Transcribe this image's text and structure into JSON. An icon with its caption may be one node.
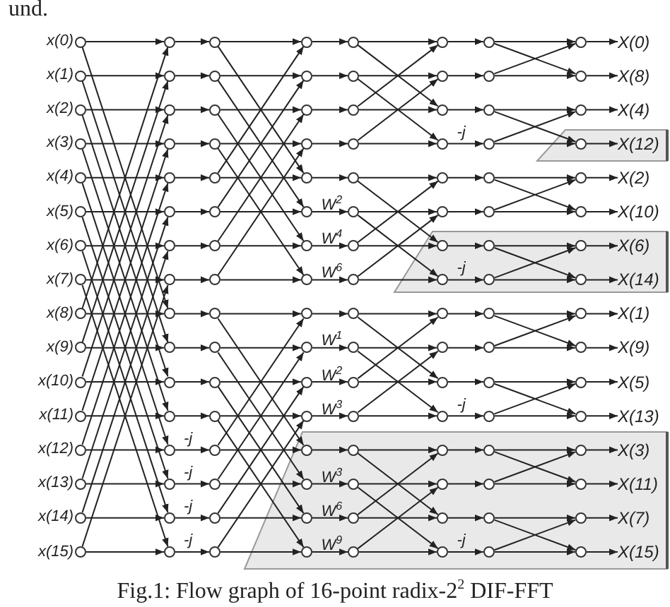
{
  "diagram": {
    "caption": "Fig.1: Flow graph of 16-point radix-2$^{2}$ DIF-FFT",
    "nodes": [
      {
        "text": [],
        "shape": "circle",
        "beside": [
          "x(0)"
        ]
      },
      {
        "text": [],
        "shape": "circle",
        "beside": [
          "x(1)"
        ]
      },
      {
        "text": [],
        "shape": "circle",
        "beside": [
          "x(2)"
        ]
      },
      {
        "text": [],
        "shape": "circle",
        "beside": [
          "x(3)"
        ]
      },
      {
        "text": [],
        "shape": "circle",
        "beside": [
          "x(4)"
        ]
      },
      {
        "text": [],
        "shape": "circle",
        "beside": [
          "x(5)"
        ]
      },
      {
        "text": [],
        "shape": "circle",
        "beside": [
          "x(6)"
        ]
      },
      {
        "text": [],
        "shape": "circle",
        "beside": [
          "x(7)"
        ]
      },
      {
        "text": [],
        "shape": "circle",
        "beside": [
          "x(8)"
        ]
      },
      {
        "text": [],
        "shape": "circle",
        "beside": [
          "x(9)"
        ]
      },
      {
        "text": [],
        "shape": "circle",
        "beside": [
          "x(10)"
        ]
      },
      {
        "text": [],
        "shape": "circle",
        "beside": [
          "x(11)"
        ]
      },
      {
        "text": [],
        "shape": "circle",
        "beside": [
          "x(12)"
        ]
      },
      {
        "text": [],
        "shape": "circle",
        "beside": [
          "x(13)"
        ]
      },
      {
        "text": [],
        "shape": "circle",
        "beside": [
          "x(14)"
        ]
      },
      {
        "text": [],
        "shape": "circle",
        "beside": [
          "x(15)"
        ]
      },
      {
        "text": [],
        "shape": "circle"
      },
      {
        "text": [],
        "shape": "circle"
      },
      {
        "text": [],
        "shape": "circle"
      },
      {
        "text": [],
        "shape": "circle"
      },
      {
        "text": [],
        "shape": "circle"
      },
      {
        "text": [],
        "shape": "circle"
      },
      {
        "text": [],
        "shape": "circle"
      },
      {
        "text": [],
        "shape": "circle"
      },
      {
        "text": [],
        "shape": "circle"
      },
      {
        "text": [],
        "shape": "circle"
      },
      {
        "text": [],
        "shape": "circle"
      },
      {
        "text": [],
        "shape": "circle"
      },
      {
        "text": [],
        "shape": "circle"
      },
      {
        "text": [],
        "shape": "circle"
      },
      {
        "text": [],
        "shape": "circle"
      },
      {
        "text": [],
        "shape": "circle"
      },
      {
        "text": [],
        "shape": "circle"
      },
      {
        "text": [],
        "shape": "circle"
      },
      {
        "text": [],
        "shape": "circle"
      },
      {
        "text": [],
        "shape": "circle"
      },
      {
        "text": [],
        "shape": "circle"
      },
      {
        "text": [],
        "shape": "circle"
      },
      {
        "text": [],
        "shape": "circle"
      },
      {
        "text": [],
        "shape": "circle"
      },
      {
        "text": [],
        "shape": "circle"
      },
      {
        "text": [],
        "shape": "circle"
      },
      {
        "text": [],
        "shape": "circle"
      },
      {
        "text": [],
        "shape": "circle"
      },
      {
        "text": [],
        "shape": "circle"
      },
      {
        "text": [],
        "shape": "circle"
      },
      {
        "text": [],
        "shape": "circle"
      },
      {
        "text": [],
        "shape": "circle"
      },
      {
        "text": [],
        "shape": "circle"
      },
      {
        "text": [],
        "shape": "circle"
      },
      {
        "text": [],
        "shape": "circle"
      },
      {
        "text": [],
        "shape": "circle"
      },
      {
        "text": [],
        "shape": "circle"
      },
      {
        "text": [],
        "shape": "circle"
      },
      {
        "text": [],
        "shape": "circle"
      },
      {
        "text": [],
        "shape": "circle"
      },
      {
        "text": [],
        "shape": "circle"
      },
      {
        "text": [],
        "shape": "circle"
      },
      {
        "text": [],
        "shape": "circle"
      },
      {
        "text": [],
        "shape": "circle"
      },
      {
        "text": [],
        "shape": "circle"
      },
      {
        "text": [],
        "shape": "circle"
      },
      {
        "text": [],
        "shape": "circle"
      },
      {
        "text": [],
        "shape": "circle"
      },
      {
        "text": [],
        "shape": "circle"
      },
      {
        "text": [],
        "shape": "circle"
      },
      {
        "text": [],
        "shape": "circle"
      },
      {
        "text": [],
        "shape": "circle"
      },
      {
        "text": [],
        "shape": "circle"
      },
      {
        "text": [],
        "shape": "circle"
      },
      {
        "text": [],
        "shape": "circle"
      },
      {
        "text": [],
        "shape": "circle"
      },
      {
        "text": [],
        "shape": "circle"
      },
      {
        "text": [],
        "shape": "circle"
      },
      {
        "text": [],
        "shape": "circle"
      },
      {
        "text": [],
        "shape": "circle"
      },
      {
        "text": [],
        "shape": "circle"
      },
      {
        "text": [],
        "shape": "circle"
      },
      {
        "text": [],
        "shape": "circle"
      },
      {
        "text": [],
        "shape": "circle"
      },
      {
        "text": [],
        "shape": "circle"
      },
      {
        "text": [],
        "shape": "circle"
      },
      {
        "text": [],
        "shape": "circle"
      },
      {
        "text": [],
        "shape": "circle"
      },
      {
        "text": [],
        "shape": "circle"
      },
      {
        "text": [],
        "shape": "circle"
      },
      {
        "text": [],
        "shape": "circle"
      },
      {
        "text": [],
        "shape": "circle"
      },
      {
        "text": [],
        "shape": "circle"
      },
      {
        "text": [],
        "shape": "circle"
      },
      {
        "text": [],
        "shape": "circle"
      },
      {
        "text": [],
        "shape": "circle"
      },
      {
        "text": [],
        "shape": "circle"
      },
      {
        "text": [],
        "shape": "circle"
      },
      {
        "text": [],
        "shape": "circle"
      },
      {
        "text": [],
        "shape": "circle"
      },
      {
        "text": [],
        "shape": "circle"
      },
      {
        "text": [],
        "shape": "circle"
      },
      {
        "text": [],
        "shape": "circle"
      },
      {
        "text": [],
        "shape": "circle"
      },
      {
        "text": [],
        "shape": "circle"
      },
      {
        "text": [],
        "shape": "circle"
      },
      {
        "text": [],
        "shape": "circle"
      },
      {
        "text": [],
        "shape": "circle"
      },
      {
        "text": [],
        "shape": "circle"
      },
      {
        "text": [],
        "shape": "circle"
      },
      {
        "text": [],
        "shape": "circle"
      },
      {
        "text": [],
        "shape": "circle"
      },
      {
        "text": [],
        "shape": "circle"
      },
      {
        "text": [],
        "shape": "circle"
      },
      {
        "text": [],
        "shape": "circle"
      },
      {
        "text": [],
        "shape": "circle"
      },
      {
        "text": [],
        "shape": "circle"
      },
      {
        "text": [],
        "shape": "circle"
      },
      {
        "text": [],
        "shape": "circle"
      },
      {
        "text": [],
        "shape": "circle"
      },
      {
        "text": [],
        "shape": "circle"
      },
      {
        "text": [],
        "shape": "circle"
      },
      {
        "text": [],
        "shape": "circle"
      },
      {
        "text": [],
        "shape": "circle"
      },
      {
        "text": [],
        "shape": "circle"
      },
      {
        "text": [],
        "shape": "circle"
      },
      {
        "text": [],
        "shape": "circle"
      },
      {
        "text": [],
        "shape": "circle"
      },
      {
        "text": [],
        "shape": "circle"
      },
      {
        "text": [],
        "shape": "circle"
      },
      {
        "text": [],
        "shape": "circle"
      },
      {
        "text": [],
        "shape": "circle"
      },
      {
        "text": [
          "X(0)"
        ]
      },
      {
        "text": [
          "X(8)"
        ]
      },
      {
        "text": [
          "X(4)"
        ]
      },
      {
        "text": [
          "X(12)"
        ]
      },
      {
        "text": [
          "X(2)"
        ]
      },
      {
        "text": [
          "X(10)"
        ]
      },
      {
        "text": [
          "X(6)"
        ]
      },
      {
        "text": [
          "X(14)"
        ]
      },
      {
        "text": [
          "X(1)"
        ]
      },
      {
        "text": [
          "X(9)"
        ]
      },
      {
        "text": [
          "X(5)"
        ]
      },
      {
        "text": [
          "X(13)"
        ]
      },
      {
        "text": [
          "X(3)"
        ]
      },
      {
        "text": [
          "X(11)"
        ]
      },
      {
        "text": [
          "X(7)"
        ]
      },
      {
        "text": [
          "X(15)"
        ]
      }
    ],
    "edges": [
      {
        "from": 0,
        "to": 16,
        "arrow": "to"
      },
      {
        "from": 0,
        "to": 24,
        "arrow": "to"
      },
      {
        "from": 1,
        "to": 17,
        "arrow": "to"
      },
      {
        "from": 1,
        "to": 25,
        "arrow": "to"
      },
      {
        "from": 2,
        "to": 18,
        "arrow": "to"
      },
      {
        "from": 2,
        "to": 26,
        "arrow": "to"
      },
      {
        "from": 3,
        "to": 19,
        "arrow": "to"
      },
      {
        "from": 3,
        "to": 27,
        "arrow": "to"
      },
      {
        "from": 4,
        "to": 20,
        "arrow": "to"
      },
      {
        "from": 4,
        "to": 28,
        "arrow": "to"
      },
      {
        "from": 5,
        "to": 21,
        "arrow": "to"
      },
      {
        "from": 5,
        "to": 29,
        "arrow": "to"
      },
      {
        "from": 6,
        "to": 22,
        "arrow": "to"
      },
      {
        "from": 6,
        "to": 30,
        "arrow": "to"
      },
      {
        "from": 7,
        "to": 23,
        "arrow": "to"
      },
      {
        "from": 7,
        "to": 31,
        "arrow": "to"
      },
      {
        "from": 8,
        "to": 24,
        "arrow": "to"
      },
      {
        "from": 8,
        "to": 16,
        "arrow": "to"
      },
      {
        "from": 9,
        "to": 25,
        "arrow": "to"
      },
      {
        "from": 9,
        "to": 17,
        "arrow": "to"
      },
      {
        "from": 10,
        "to": 26,
        "arrow": "to"
      },
      {
        "from": 10,
        "to": 18,
        "arrow": "to"
      },
      {
        "from": 11,
        "to": 27,
        "arrow": "to"
      },
      {
        "from": 11,
        "to": 19,
        "arrow": "to"
      },
      {
        "from": 12,
        "to": 28,
        "arrow": "to"
      },
      {
        "from": 12,
        "to": 20,
        "arrow": "to"
      },
      {
        "from": 13,
        "to": 29,
        "arrow": "to"
      },
      {
        "from": 13,
        "to": 21,
        "arrow": "to"
      },
      {
        "from": 14,
        "to": 30,
        "arrow": "to"
      },
      {
        "from": 14,
        "to": 22,
        "arrow": "to"
      },
      {
        "from": 15,
        "to": 31,
        "arrow": "to"
      },
      {
        "from": 15,
        "to": 23,
        "arrow": "to"
      },
      {
        "from": 16,
        "to": 32,
        "arrow": "to"
      },
      {
        "from": 17,
        "to": 33,
        "arrow": "to"
      },
      {
        "from": 18,
        "to": 34,
        "arrow": "to"
      },
      {
        "from": 19,
        "to": 35,
        "arrow": "to"
      },
      {
        "from": 20,
        "to": 36,
        "arrow": "to"
      },
      {
        "from": 21,
        "to": 37,
        "arrow": "to"
      },
      {
        "from": 22,
        "to": 38,
        "arrow": "to"
      },
      {
        "from": 23,
        "to": 39,
        "arrow": "to"
      },
      {
        "from": 24,
        "to": 40,
        "arrow": "to"
      },
      {
        "from": 25,
        "to": 41,
        "arrow": "to"
      },
      {
        "from": 26,
        "to": 42,
        "arrow": "to"
      },
      {
        "from": 27,
        "to": 43,
        "arrow": "to"
      },
      {
        "from": 28,
        "to": 44,
        "arrow": "to",
        "label": "-j"
      },
      {
        "from": 29,
        "to": 45,
        "arrow": "to",
        "label": "-j"
      },
      {
        "from": 30,
        "to": 46,
        "arrow": "to",
        "label": "-j"
      },
      {
        "from": 31,
        "to": 47,
        "arrow": "to",
        "label": "-j"
      },
      {
        "from": 32,
        "to": 48,
        "arrow": "to"
      },
      {
        "from": 32,
        "to": 52,
        "arrow": "to"
      },
      {
        "from": 33,
        "to": 49,
        "arrow": "to"
      },
      {
        "from": 33,
        "to": 53,
        "arrow": "to"
      },
      {
        "from": 34,
        "to": 50,
        "arrow": "to"
      },
      {
        "from": 34,
        "to": 54,
        "arrow": "to"
      },
      {
        "from": 35,
        "to": 51,
        "arrow": "to"
      },
      {
        "from": 35,
        "to": 55,
        "arrow": "to"
      },
      {
        "from": 36,
        "to": 52,
        "arrow": "to"
      },
      {
        "from": 36,
        "to": 48,
        "arrow": "to"
      },
      {
        "from": 37,
        "to": 53,
        "arrow": "to"
      },
      {
        "from": 37,
        "to": 49,
        "arrow": "to"
      },
      {
        "from": 38,
        "to": 54,
        "arrow": "to"
      },
      {
        "from": 38,
        "to": 50,
        "arrow": "to"
      },
      {
        "from": 39,
        "to": 55,
        "arrow": "to"
      },
      {
        "from": 39,
        "to": 51,
        "arrow": "to"
      },
      {
        "from": 40,
        "to": 56,
        "arrow": "to"
      },
      {
        "from": 40,
        "to": 60,
        "arrow": "to"
      },
      {
        "from": 41,
        "to": 57,
        "arrow": "to"
      },
      {
        "from": 41,
        "to": 61,
        "arrow": "to"
      },
      {
        "from": 42,
        "to": 58,
        "arrow": "to"
      },
      {
        "from": 42,
        "to": 62,
        "arrow": "to"
      },
      {
        "from": 43,
        "to": 59,
        "arrow": "to"
      },
      {
        "from": 43,
        "to": 63,
        "arrow": "to"
      },
      {
        "from": 44,
        "to": 60,
        "arrow": "to"
      },
      {
        "from": 44,
        "to": 56,
        "arrow": "to"
      },
      {
        "from": 45,
        "to": 61,
        "arrow": "to"
      },
      {
        "from": 45,
        "to": 57,
        "arrow": "to"
      },
      {
        "from": 46,
        "to": 62,
        "arrow": "to"
      },
      {
        "from": 46,
        "to": 58,
        "arrow": "to"
      },
      {
        "from": 47,
        "to": 63,
        "arrow": "to"
      },
      {
        "from": 47,
        "to": 59,
        "arrow": "to"
      },
      {
        "from": 48,
        "to": 64,
        "arrow": "to"
      },
      {
        "from": 49,
        "to": 65,
        "arrow": "to"
      },
      {
        "from": 50,
        "to": 66,
        "arrow": "to"
      },
      {
        "from": 51,
        "to": 67,
        "arrow": "to"
      },
      {
        "from": 52,
        "to": 68,
        "arrow": "to"
      },
      {
        "from": 53,
        "to": 69,
        "arrow": "to",
        "label": "W$^{2}$"
      },
      {
        "from": 54,
        "to": 70,
        "arrow": "to",
        "label": "W$^{4}$"
      },
      {
        "from": 55,
        "to": 71,
        "arrow": "to",
        "label": "W$^{6}$"
      },
      {
        "from": 56,
        "to": 72,
        "arrow": "to"
      },
      {
        "from": 57,
        "to": 73,
        "arrow": "to",
        "label": "W$^{1}$"
      },
      {
        "from": 58,
        "to": 74,
        "arrow": "to",
        "label": "W$^{2}$"
      },
      {
        "from": 59,
        "to": 75,
        "arrow": "to",
        "label": "W$^{3}$"
      },
      {
        "from": 60,
        "to": 76,
        "arrow": "to"
      },
      {
        "from": 61,
        "to": 77,
        "arrow": "to",
        "label": "W$^{3}$"
      },
      {
        "from": 62,
        "to": 78,
        "arrow": "to",
        "label": "W$^{6}$"
      },
      {
        "from": 63,
        "to": 79,
        "arrow": "to",
        "label": "W$^{9}$"
      },
      {
        "from": 64,
        "to": 80,
        "arrow": "to"
      },
      {
        "from": 64,
        "to": 82,
        "arrow": "to"
      },
      {
        "from": 65,
        "to": 81,
        "arrow": "to"
      },
      {
        "from": 65,
        "to": 83,
        "arrow": "to"
      },
      {
        "from": 66,
        "to": 82,
        "arrow": "to"
      },
      {
        "from": 66,
        "to": 80,
        "arrow": "to"
      },
      {
        "from": 67,
        "to": 83,
        "arrow": "to"
      },
      {
        "from": 67,
        "to": 81,
        "arrow": "to"
      },
      {
        "from": 68,
        "to": 84,
        "arrow": "to"
      },
      {
        "from": 68,
        "to": 86,
        "arrow": "to"
      },
      {
        "from": 69,
        "to": 85,
        "arrow": "to"
      },
      {
        "from": 69,
        "to": 87,
        "arrow": "to"
      },
      {
        "from": 70,
        "to": 86,
        "arrow": "to"
      },
      {
        "from": 70,
        "to": 84,
        "arrow": "to"
      },
      {
        "from": 71,
        "to": 87,
        "arrow": "to"
      },
      {
        "from": 71,
        "to": 85,
        "arrow": "to"
      },
      {
        "from": 72,
        "to": 88,
        "arrow": "to"
      },
      {
        "from": 72,
        "to": 90,
        "arrow": "to"
      },
      {
        "from": 73,
        "to": 89,
        "arrow": "to"
      },
      {
        "from": 73,
        "to": 91,
        "arrow": "to"
      },
      {
        "from": 74,
        "to": 90,
        "arrow": "to"
      },
      {
        "from": 74,
        "to": 88,
        "arrow": "to"
      },
      {
        "from": 75,
        "to": 91,
        "arrow": "to"
      },
      {
        "from": 75,
        "to": 89,
        "arrow": "to"
      },
      {
        "from": 76,
        "to": 92,
        "arrow": "to"
      },
      {
        "from": 76,
        "to": 94,
        "arrow": "to"
      },
      {
        "from": 77,
        "to": 93,
        "arrow": "to"
      },
      {
        "from": 77,
        "to": 95,
        "arrow": "to"
      },
      {
        "from": 78,
        "to": 94,
        "arrow": "to"
      },
      {
        "from": 78,
        "to": 92,
        "arrow": "to"
      },
      {
        "from": 79,
        "to": 95,
        "arrow": "to"
      },
      {
        "from": 79,
        "to": 93,
        "arrow": "to"
      },
      {
        "from": 80,
        "to": 96,
        "arrow": "to"
      },
      {
        "from": 81,
        "to": 97,
        "arrow": "to"
      },
      {
        "from": 82,
        "to": 98,
        "arrow": "to"
      },
      {
        "from": 83,
        "to": 99,
        "arrow": "to",
        "label": "-j"
      },
      {
        "from": 84,
        "to": 100,
        "arrow": "to"
      },
      {
        "from": 85,
        "to": 101,
        "arrow": "to"
      },
      {
        "from": 86,
        "to": 102,
        "arrow": "to"
      },
      {
        "from": 87,
        "to": 103,
        "arrow": "to",
        "label": "-j"
      },
      {
        "from": 88,
        "to": 104,
        "arrow": "to"
      },
      {
        "from": 89,
        "to": 105,
        "arrow": "to"
      },
      {
        "from": 90,
        "to": 106,
        "arrow": "to"
      },
      {
        "from": 91,
        "to": 107,
        "arrow": "to",
        "label": "-j"
      },
      {
        "from": 92,
        "to": 108,
        "arrow": "to"
      },
      {
        "from": 93,
        "to": 109,
        "arrow": "to"
      },
      {
        "from": 94,
        "to": 110,
        "arrow": "to"
      },
      {
        "from": 95,
        "to": 111,
        "arrow": "to",
        "label": "-j"
      },
      {
        "from": 96,
        "to": 112,
        "arrow": "to"
      },
      {
        "from": 96,
        "to": 113,
        "arrow": "to"
      },
      {
        "from": 97,
        "to": 113,
        "arrow": "to"
      },
      {
        "from": 97,
        "to": 112,
        "arrow": "to"
      },
      {
        "from": 98,
        "to": 114,
        "arrow": "to"
      },
      {
        "from": 98,
        "to": 115,
        "arrow": "to"
      },
      {
        "from": 99,
        "to": 115,
        "arrow": "to"
      },
      {
        "from": 99,
        "to": 114,
        "arrow": "to"
      },
      {
        "from": 100,
        "to": 116,
        "arrow": "to"
      },
      {
        "from": 100,
        "to": 117,
        "arrow": "to"
      },
      {
        "from": 101,
        "to": 117,
        "arrow": "to"
      },
      {
        "from": 101,
        "to": 116,
        "arrow": "to"
      },
      {
        "from": 102,
        "to": 118,
        "arrow": "to"
      },
      {
        "from": 102,
        "to": 119,
        "arrow": "to"
      },
      {
        "from": 103,
        "to": 119,
        "arrow": "to"
      },
      {
        "from": 103,
        "to": 118,
        "arrow": "to"
      },
      {
        "from": 104,
        "to": 120,
        "arrow": "to"
      },
      {
        "from": 104,
        "to": 121,
        "arrow": "to"
      },
      {
        "from": 105,
        "to": 121,
        "arrow": "to"
      },
      {
        "from": 105,
        "to": 120,
        "arrow": "to"
      },
      {
        "from": 106,
        "to": 122,
        "arrow": "to"
      },
      {
        "from": 106,
        "to": 123,
        "arrow": "to"
      },
      {
        "from": 107,
        "to": 123,
        "arrow": "to"
      },
      {
        "from": 107,
        "to": 122,
        "arrow": "to"
      },
      {
        "from": 108,
        "to": 124,
        "arrow": "to"
      },
      {
        "from": 108,
        "to": 125,
        "arrow": "to"
      },
      {
        "from": 109,
        "to": 125,
        "arrow": "to"
      },
      {
        "from": 109,
        "to": 124,
        "arrow": "to"
      },
      {
        "from": 110,
        "to": 126,
        "arrow": "to"
      },
      {
        "from": 110,
        "to": 127,
        "arrow": "to"
      },
      {
        "from": 111,
        "to": 127,
        "arrow": "to"
      },
      {
        "from": 111,
        "to": 126,
        "arrow": "to"
      },
      {
        "from": 112,
        "to": 128,
        "arrow": "to"
      },
      {
        "from": 113,
        "to": 129,
        "arrow": "to"
      },
      {
        "from": 114,
        "to": 130,
        "arrow": "to"
      },
      {
        "from": 115,
        "to": 131,
        "arrow": "to"
      },
      {
        "from": 116,
        "to": 132,
        "arrow": "to"
      },
      {
        "from": 117,
        "to": 133,
        "arrow": "to"
      },
      {
        "from": 118,
        "to": 134,
        "arrow": "to"
      },
      {
        "from": 119,
        "to": 135,
        "arrow": "to"
      },
      {
        "from": 120,
        "to": 136,
        "arrow": "to"
      },
      {
        "from": 121,
        "to": 137,
        "arrow": "to"
      },
      {
        "from": 122,
        "to": 138,
        "arrow": "to"
      },
      {
        "from": 123,
        "to": 139,
        "arrow": "to"
      },
      {
        "from": 124,
        "to": 140,
        "arrow": "to"
      },
      {
        "from": 125,
        "to": 141,
        "arrow": "to"
      },
      {
        "from": 126,
        "to": 142,
        "arrow": "to"
      },
      {
        "from": 127,
        "to": 143,
        "arrow": "to"
      }
    ],
    "labels": [
      "und."
    ]
  }
}
